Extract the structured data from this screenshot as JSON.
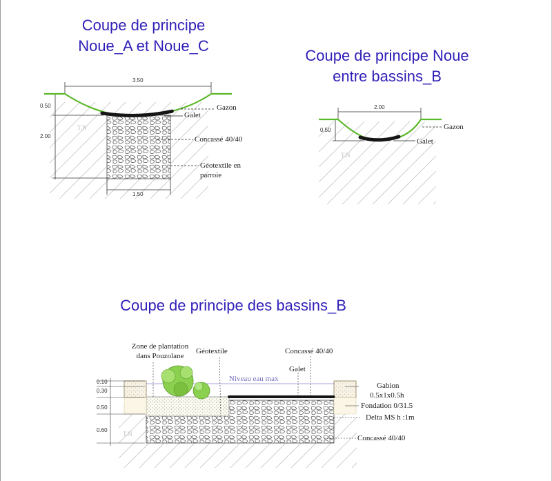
{
  "titles": {
    "noue_ac_line1": "Coupe de principe",
    "noue_ac_line2": "Noue_A et Noue_C",
    "noue_b_line1": "Coupe de principe Noue",
    "noue_b_line2": "entre bassins_B",
    "bassins": "Coupe de principe des bassins_B"
  },
  "section_a": {
    "width_top": "3.50",
    "width_bottom": "1.50",
    "depth_swale": "0.50",
    "depth_trench": "2.00",
    "gazon": "Gazon",
    "galet": "Galet",
    "concasse": "Concassé 40/40",
    "geotextile_1": "Géotextile en",
    "geotextile_2": "parroie",
    "tn": "T.N"
  },
  "section_b": {
    "width_top": "2.00",
    "depth": "0.50",
    "gazon": "Gazon",
    "galet": "Galet",
    "tn": "T.N"
  },
  "section_c": {
    "zone_1": "Zone de plantation",
    "zone_2": "dans Pouzolane",
    "geotextile": "Géotextile",
    "concasse_top": "Concassé 40/40",
    "galet": "Galet",
    "niveau": "Niveau eau max",
    "gabion_1": "Gabion",
    "gabion_2": "0.5x1x0.5h",
    "fondation": "Fondation 0/31.5",
    "delta": "Delta MS h :1m",
    "concasse_bottom": "Concassé 40/40",
    "depth_1": "0.10",
    "depth_2": "0.30",
    "depth_3": "0.50",
    "depth_4": "0.60",
    "tn": "T.N"
  },
  "colors": {
    "title": "#3020b8",
    "grass": "#5cb82c",
    "gravel_stroke": "#4a4a4a",
    "pebble": "#151515",
    "plant": "#8cd050"
  }
}
